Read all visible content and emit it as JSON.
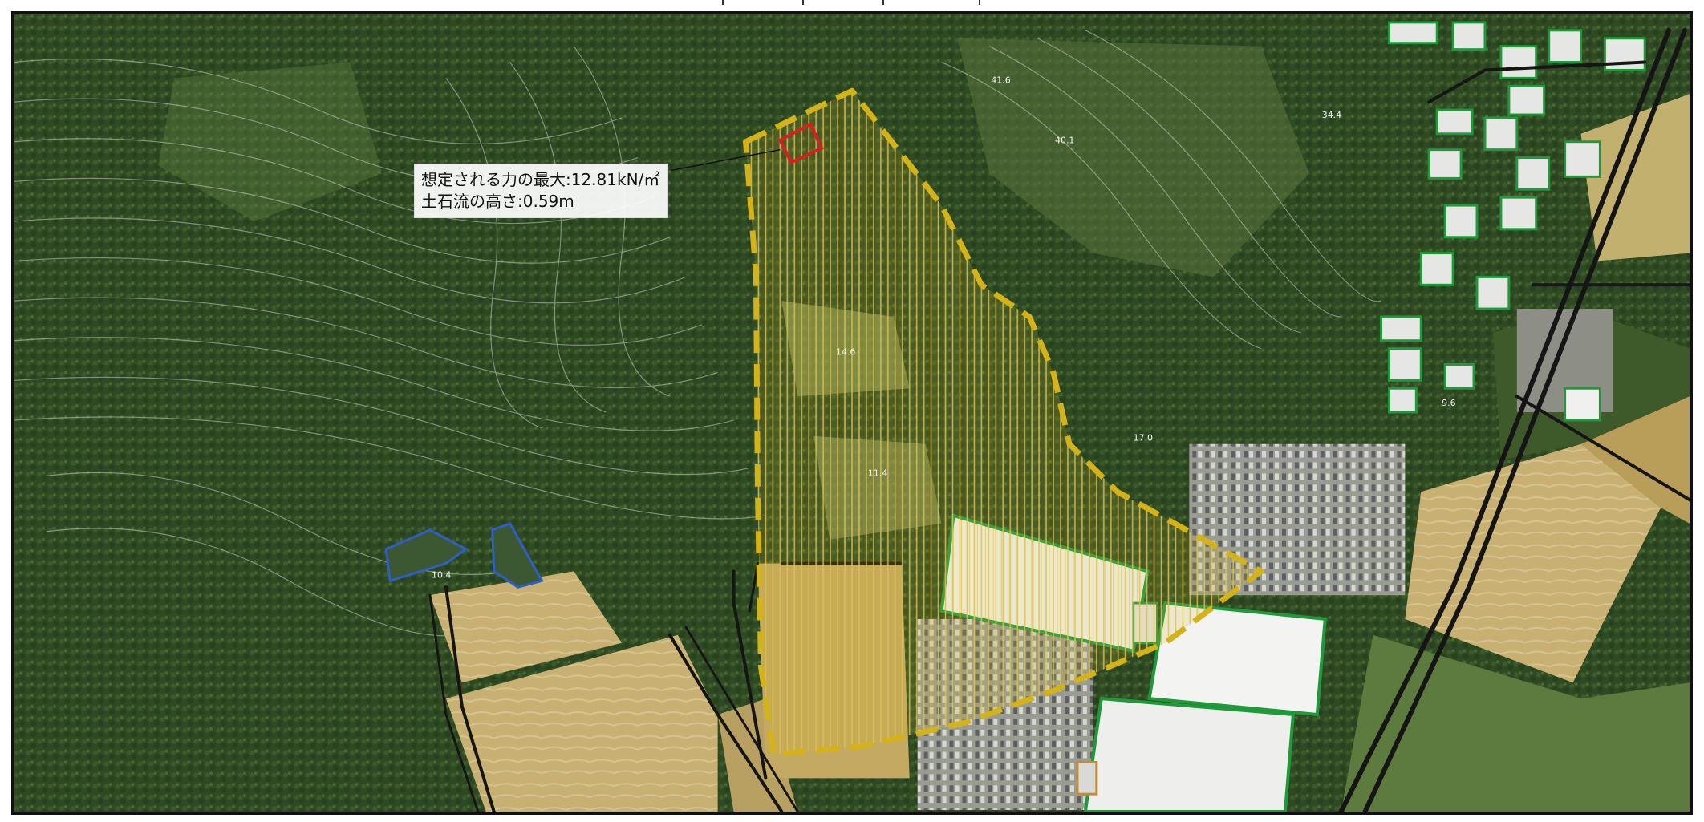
{
  "callout": {
    "line1": "想定される力の最大:12.81kN/㎡",
    "line2": "土石流の高さ:0.59m"
  },
  "map": {
    "hazard_area_color": "#d4b21a",
    "hazard_hatch_color": "#c9b036",
    "point_marker_color": "#d61f1f",
    "building_outline_color": "#1f9a3a",
    "pond_outline_color": "#2f5fc4",
    "road_color": "#151515",
    "forest_color": "#2f4a23",
    "field_color": "#c7b071",
    "elevations": [
      "41.6",
      "40.1",
      "34.4",
      "14.6",
      "11.4",
      "17.0",
      "10.4",
      "9.6"
    ]
  }
}
